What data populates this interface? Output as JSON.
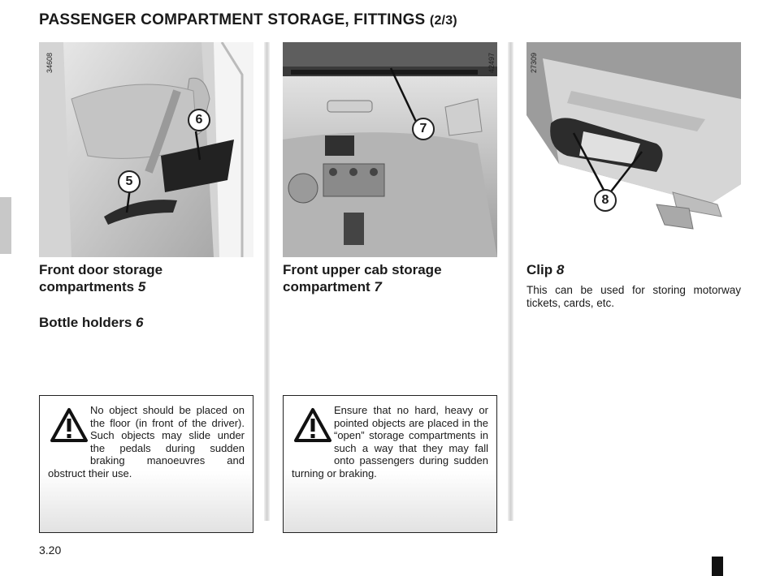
{
  "page": {
    "title": "PASSENGER COMPARTMENT STORAGE, FITTINGS",
    "title_part": "(2/3)",
    "page_number": "3.20"
  },
  "columns": [
    {
      "image_code": "34608",
      "callouts": [
        "6",
        "5"
      ],
      "heading1_text": "Front door storage compartments",
      "heading1_num": "5",
      "heading2_text": "Bottle holders",
      "heading2_num": "6",
      "warning": "No object should be placed on the floor (in front of the driver). Such objects may slide under the pedals during sudden braking manoeuvres and obstruct their use."
    },
    {
      "image_code": "42497",
      "callouts": [
        "7"
      ],
      "heading1_text": "Front upper cab storage compartment",
      "heading1_num": "7",
      "warning": "Ensure that no hard, heavy or pointed objects are placed in the “open” storage compartments in such a way that they may fall onto passengers during sudden turning or braking."
    },
    {
      "image_code": "27309",
      "callouts": [
        "8"
      ],
      "heading1_text": "Clip",
      "heading1_num": "8",
      "body": "This can be used for storing motorway tickets, cards, etc."
    }
  ]
}
